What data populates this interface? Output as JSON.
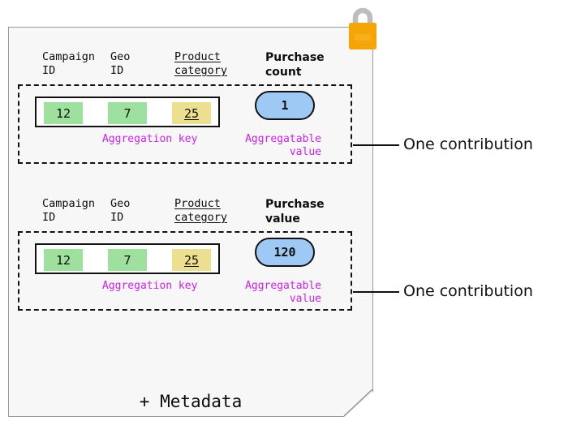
{
  "diagram": {
    "lock_icon": "padlock-icon",
    "metadata_label": "+ Metadata",
    "colors": {
      "sheet_bg": "#f7f7f7",
      "sheet_border": "#9a9a9a",
      "key_highlight_green": "#9ee09e",
      "key_highlight_yellow": "#ecdf8f",
      "value_pill_blue": "#9fc9f5",
      "annotation_purple": "#cc22ee",
      "lock_body": "#f5a508",
      "lock_shackle": "#bdbdbd",
      "outline": "#111111"
    }
  },
  "contributions": [
    {
      "headers": {
        "campaign": "Campaign\nID",
        "geo": "Geo\nID",
        "product": "Product\ncategory",
        "metric": "Purchase\ncount"
      },
      "key_cells": {
        "campaign": "12",
        "geo": "7",
        "product": "25"
      },
      "value": "1",
      "annotations": {
        "key": "Aggregation key",
        "value": "Aggregatable\nvalue"
      },
      "callout": "One contribution"
    },
    {
      "headers": {
        "campaign": "Campaign\nID",
        "geo": "Geo\nID",
        "product": "Product\ncategory",
        "metric": "Purchase\nvalue"
      },
      "key_cells": {
        "campaign": "12",
        "geo": "7",
        "product": "25"
      },
      "value": "120",
      "annotations": {
        "key": "Aggregation key",
        "value": "Aggregatable\nvalue"
      },
      "callout": "One contribution"
    }
  ]
}
